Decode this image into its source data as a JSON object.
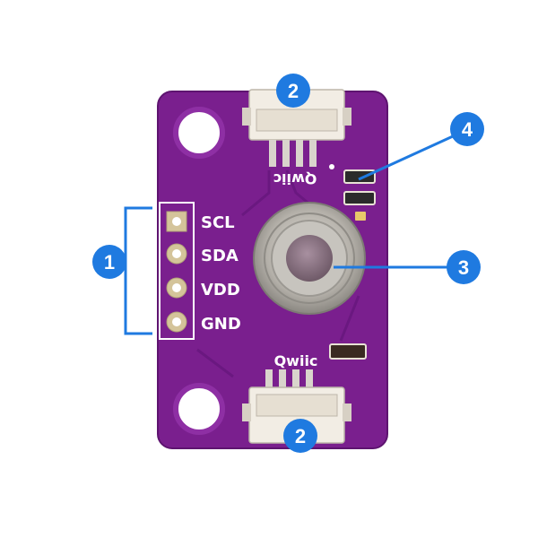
{
  "board": {
    "pins": [
      "SCL",
      "SDA",
      "VDD",
      "GND"
    ],
    "qwiic_top": "Qwiic",
    "qwiic_bottom": "Qwiic"
  },
  "callouts": [
    {
      "label": "1",
      "target": "pin-header"
    },
    {
      "label": "2",
      "target": "top-qwiic-connector"
    },
    {
      "label": "2",
      "target": "bottom-qwiic-connector"
    },
    {
      "label": "3",
      "target": "ir-thermometer-sensor"
    },
    {
      "label": "4",
      "target": "resistors"
    }
  ],
  "colors": {
    "pcb": "#7a1f8e",
    "pcb_edge": "#5e1470",
    "callout": "#1f7ae0",
    "connector": "#f2ede4",
    "sensor_metal": "#b9b6b0",
    "sensor_window": "#8e7a86"
  }
}
